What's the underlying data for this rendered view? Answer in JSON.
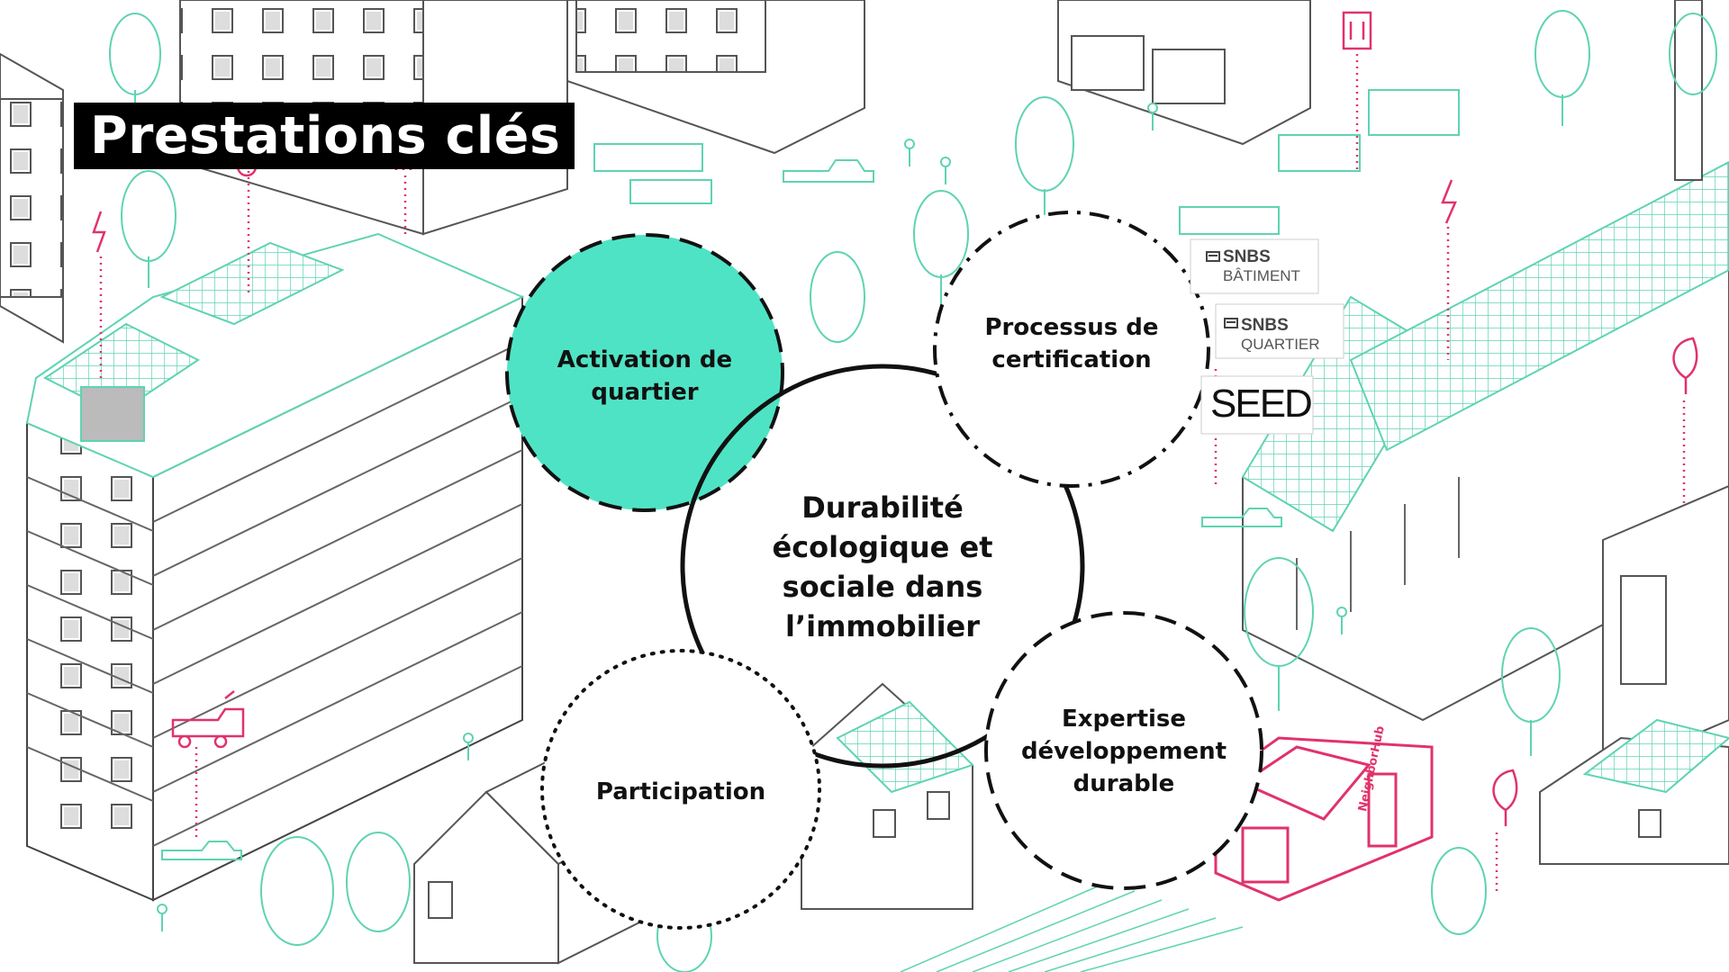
{
  "title": "Prestations clés",
  "center": {
    "lines": [
      "Durabilité",
      "écologique et",
      "sociale dans",
      "l’immobilier"
    ]
  },
  "nodes": {
    "activation": {
      "lines": [
        "Activation de",
        "quartier"
      ]
    },
    "certification": {
      "lines": [
        "Processus de",
        "certification"
      ]
    },
    "expertise": {
      "lines": [
        "Expertise",
        "développement",
        "durable"
      ]
    },
    "participation": {
      "lines": [
        "Participation"
      ]
    }
  },
  "labels": {
    "snbs_batiment": {
      "mark": "SNBS",
      "sub": "BÂTIMENT"
    },
    "snbs_quartier": {
      "mark": "SNBS",
      "sub": "QUARTIER"
    },
    "seed": "SEED",
    "hub_sign": "NeighborHub"
  },
  "colors": {
    "accent": "#4fe3c5",
    "illustration": "#5fd3b3",
    "pink": "#e0336b",
    "outline": "#111111",
    "title_bg": "#000000"
  },
  "icons": [
    "lightning-icon",
    "electric-car-icon",
    "leaf-icon",
    "food-icon"
  ]
}
